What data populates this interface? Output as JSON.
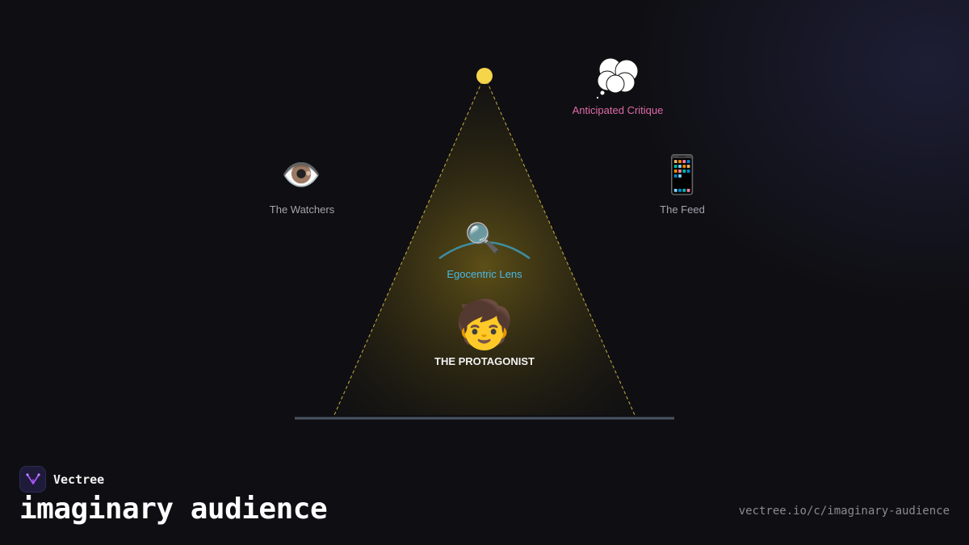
{
  "colors": {
    "background": "#0f0f13",
    "spotlight": "#f5d54a",
    "lens": "#3f8ea0",
    "lens_label": "#4ab8e6",
    "critique_label": "#e06aa8",
    "muted_label": "#a3a3ad",
    "floor": "#4b5563"
  },
  "diagram": {
    "critique": {
      "icon": "thought-bubble-icon",
      "label": "Anticipated Critique"
    },
    "watchers": {
      "icon": "eye-icon",
      "glyph": "👁️",
      "label": "The Watchers"
    },
    "feed": {
      "icon": "mobile-phone-icon",
      "glyph": "📱",
      "label": "The Feed"
    },
    "lens": {
      "icon": "magnifying-glass-icon",
      "glyph": "🔍",
      "label": "Egocentric Lens"
    },
    "protagonist": {
      "icon": "child-icon",
      "glyph": "🧒",
      "label": "THE PROTAGONIST"
    }
  },
  "footer": {
    "brand": "Vectree",
    "title": "imaginary audience",
    "url": "vectree.io/c/imaginary-audience"
  }
}
